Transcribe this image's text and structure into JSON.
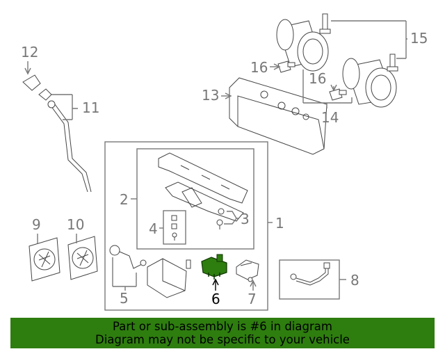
{
  "callouts": {
    "c1": "1",
    "c2": "2",
    "c3": "3",
    "c4": "4",
    "c5": "5",
    "c6": "6",
    "c7": "7",
    "c8": "8",
    "c9": "9",
    "c10": "10",
    "c11": "11",
    "c12": "12",
    "c13": "13",
    "c14": "14",
    "c15": "15",
    "c16a": "16",
    "c16b": "16"
  },
  "highlight": {
    "callout": "6",
    "color": "#2e7d0f"
  },
  "banner": {
    "line1": "Part or sub-assembly is #6 in diagram",
    "line2": "Diagram may not be specific to your vehicle",
    "background": "#2e7d0f"
  }
}
